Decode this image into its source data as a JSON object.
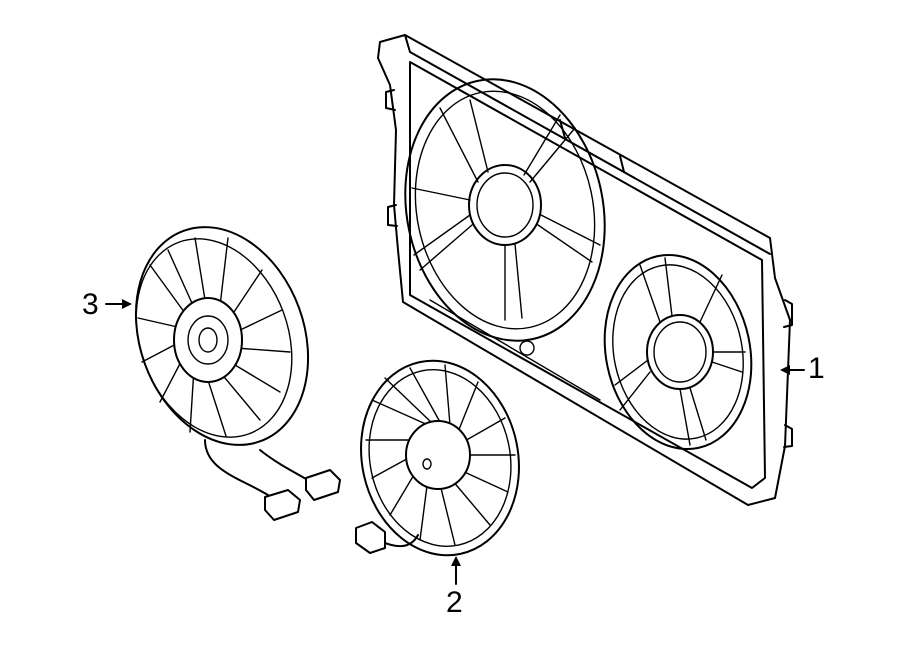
{
  "diagram": {
    "callouts": [
      {
        "id": "shroud",
        "label": "1"
      },
      {
        "id": "fan-motor-small",
        "label": "2"
      },
      {
        "id": "fan-motor-large",
        "label": "3"
      }
    ],
    "colors": {
      "ink": "#000000",
      "background": "#ffffff"
    }
  }
}
